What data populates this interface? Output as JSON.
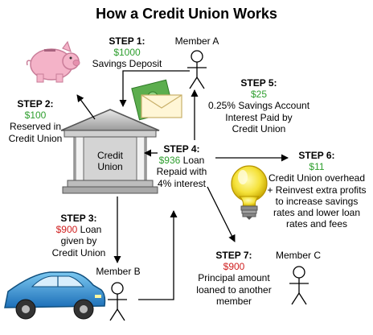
{
  "title": "How a Credit Union Works",
  "bank_label": [
    "Credit",
    "Union"
  ],
  "colors": {
    "green": "#2e9e2e",
    "red": "#d02020",
    "arrow": "#000000"
  },
  "members": {
    "a": "Member A",
    "b": "Member B",
    "c": "Member C"
  },
  "steps": {
    "s1": {
      "label": "STEP 1:",
      "amount": "$1000",
      "lines": [
        "Savings Deposit"
      ]
    },
    "s2": {
      "label": "STEP 2:",
      "amount": "$100",
      "lines": [
        "Reserved in",
        "Credit Union"
      ]
    },
    "s3": {
      "label": "STEP 3:",
      "amount": "$900",
      "amount_suffix": " Loan",
      "lines": [
        "given by",
        "Credit Union"
      ]
    },
    "s4": {
      "label": "STEP 4:",
      "amount": "$936",
      "amount_suffix": " Loan",
      "lines": [
        "Repaid with",
        "4% interest"
      ]
    },
    "s5": {
      "label": "STEP 5:",
      "amount": "$25",
      "lines": [
        "0.25% Savings Account",
        "Interest Paid by",
        "Credit Union"
      ]
    },
    "s6": {
      "label": "STEP 6:",
      "amount": "$11",
      "lines": [
        "Credit Union overhead",
        "+ Reinvest extra profits",
        "to increase savings",
        "rates and lower loan",
        "rates and fees"
      ]
    },
    "s7": {
      "label": "STEP 7:",
      "amount": "$900",
      "lines": [
        "Principal amount",
        "loaned to another",
        "member"
      ]
    }
  }
}
